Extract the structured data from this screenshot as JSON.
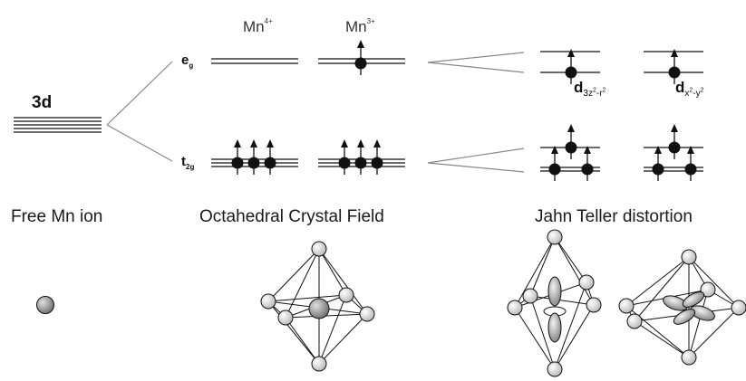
{
  "levels": {
    "free_3d": "3d",
    "eg_main": "e",
    "eg_sub": "g",
    "t2g_main": "t",
    "t2g_sub": "2g",
    "mn4_base": "Mn",
    "mn4_charge": "4+",
    "mn3_base": "Mn",
    "mn3_charge": "3+",
    "dz2_main": "d",
    "dz2_sub": "3z",
    "dz2_sup1": "2",
    "dz2_mid": "-r",
    "dz2_sup2": "2",
    "dx2_main": "d",
    "dx2_sub": "x",
    "dx2_sup1": "2",
    "dx2_mid": "-y",
    "dx2_sup2": "2"
  },
  "captions": {
    "free_ion": "Free Mn ion",
    "octahedral": "Octahedral Crystal Field",
    "jahn_teller": "Jahn Teller distortion"
  },
  "colors": {
    "line": "#111111",
    "gray_line": "#888888",
    "atom_fill": "#e8e8e8",
    "mn_atom": "#9a9a9a"
  }
}
